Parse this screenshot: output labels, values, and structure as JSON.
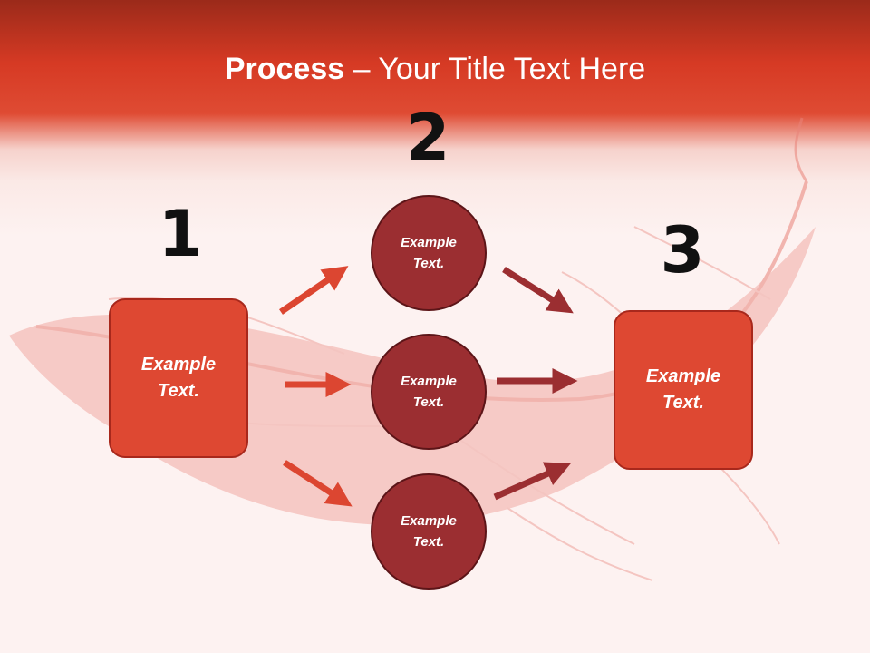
{
  "title": {
    "bold_part": "Process",
    "rest": " – Your Title Text Here"
  },
  "steps": {
    "one": "1",
    "two": "2",
    "three": "3"
  },
  "left_box": {
    "line1": "Example",
    "line2": "Text."
  },
  "circles": [
    {
      "line1": "Example",
      "line2": "Text."
    },
    {
      "line1": "Example",
      "line2": "Text."
    },
    {
      "line1": "Example",
      "line2": "Text."
    }
  ],
  "right_box": {
    "line1": "Example",
    "line2": "Text."
  },
  "colors": {
    "header_red": "#d63a24",
    "box_fill": "#de4832",
    "circle_fill": "#9b2e31",
    "arrow_light": "#dc4631",
    "arrow_dark": "#9b2e31",
    "background": "#fdf2f1"
  }
}
